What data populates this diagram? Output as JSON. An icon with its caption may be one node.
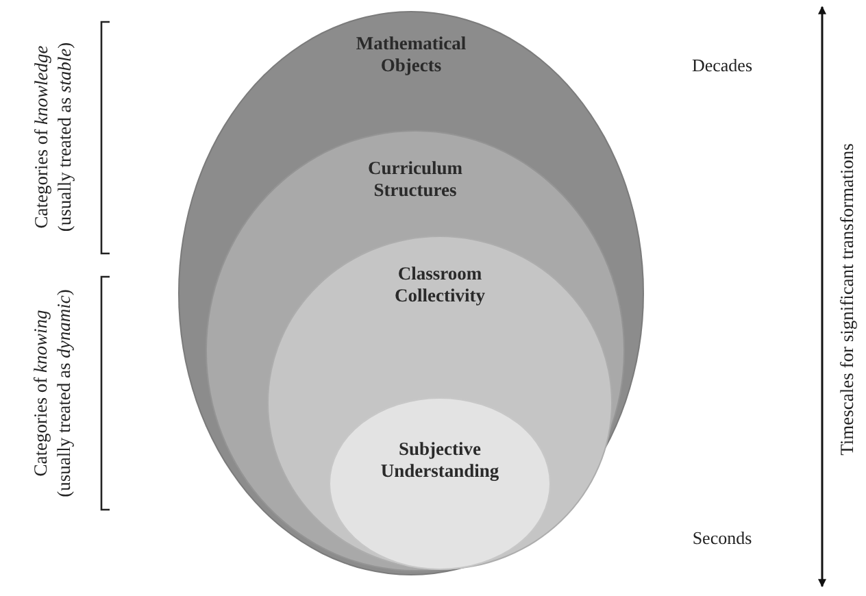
{
  "diagram": {
    "nodes": [
      {
        "text": [
          "Mathematical Objects"
        ]
      },
      {
        "text": [
          "Curriculum Structures"
        ],
        "in": 0
      },
      {
        "text": [
          "Classroom Collectivity"
        ],
        "in": 1
      },
      {
        "text": [
          "Subjective Understanding"
        ],
        "in": 2
      }
    ],
    "edges": [],
    "labels": [
      "Categories of *knowledge* (usually treated as *stable*)",
      "Categories of *knowing* (usually treated as *dynamic*)",
      "Decades",
      "Timescales for significant transformations",
      "Seconds"
    ]
  }
}
